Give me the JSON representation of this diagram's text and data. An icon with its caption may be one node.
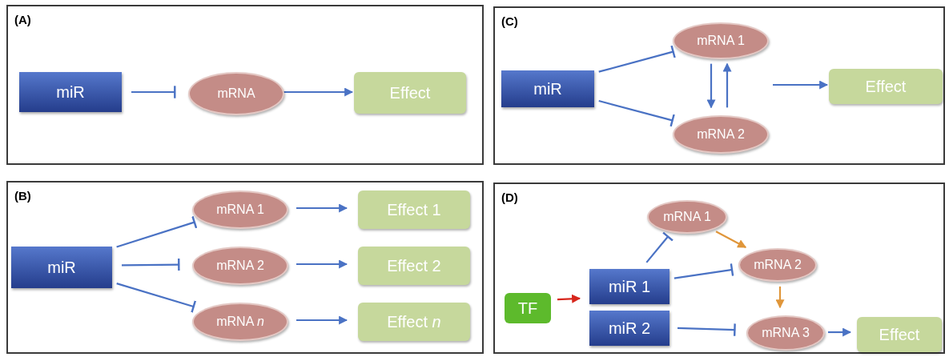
{
  "diagram": {
    "nodes": [
      {
        "text": [
          "(A)"
        ]
      },
      {
        "text": [
          "miR"
        ],
        "in": 0
      },
      {
        "text": [
          "mRNA"
        ],
        "in": 0
      },
      {
        "text": [
          "Effect"
        ],
        "in": 0
      },
      {
        "text": [
          "(C)"
        ]
      },
      {
        "text": [
          "miR"
        ],
        "in": 4
      },
      {
        "text": [
          "mRNA 1"
        ],
        "in": 4
      },
      {
        "text": [
          "mRNA 2"
        ],
        "in": 4
      },
      {
        "text": [
          "Effect"
        ],
        "in": 4
      },
      {
        "text": [
          "(B)"
        ]
      },
      {
        "text": [
          "miR"
        ],
        "in": 9
      },
      {
        "text": [
          "mRNA 1"
        ],
        "in": 9
      },
      {
        "text": [
          "Effect 1"
        ],
        "in": 9
      },
      {
        "text": [
          "mRNA 2"
        ],
        "in": 9
      },
      {
        "text": [
          "Effect 2"
        ],
        "in": 9
      },
      {
        "text": [
          "mRNA *n*"
        ],
        "in": 9
      },
      {
        "text": [
          "Effect *n*"
        ],
        "in": 9
      },
      {
        "text": [
          "(D)"
        ]
      },
      {
        "text": [
          "mRNA 1"
        ],
        "in": 17
      },
      {
        "text": [
          "mRNA 2"
        ],
        "in": 17
      },
      {
        "text": [
          "TF"
        ],
        "in": 17
      },
      {
        "text": [
          "miR 1"
        ],
        "in": 17
      },
      {
        "text": [
          "miR 2"
        ],
        "in": 17
      },
      {
        "text": [
          "mRNA 3"
        ],
        "in": 17
      },
      {
        "text": [
          "Effect"
        ],
        "in": 17
      }
    ],
    "edges": [
      {
        "from": 1,
        "to": 2,
        "arrow": "other"
      },
      {
        "from": 2,
        "to": 3,
        "arrow": "to"
      },
      {
        "from": 5,
        "to": 6,
        "arrow": "other"
      },
      {
        "from": 5,
        "to": 7,
        "arrow": "other"
      },
      {
        "from": 6,
        "to": 7,
        "arrow": "to"
      },
      {
        "from": 7,
        "to": 6,
        "arrow": "to"
      },
      {
        "from": null,
        "to": 8,
        "arrow": "to"
      },
      {
        "from": 10,
        "to": 11,
        "arrow": "other"
      },
      {
        "from": 10,
        "to": 13,
        "arrow": "other"
      },
      {
        "from": 10,
        "to": 15,
        "arrow": "other"
      },
      {
        "from": 11,
        "to": 12,
        "arrow": "to"
      },
      {
        "from": 13,
        "to": 14,
        "arrow": "to"
      },
      {
        "from": 15,
        "to": 16,
        "arrow": "to"
      },
      {
        "from": 21,
        "to": 18,
        "arrow": "other"
      },
      {
        "from": 18,
        "to": 19,
        "arrow": "to",
        "color": "#e0963a"
      },
      {
        "from": 21,
        "to": 19,
        "arrow": "other"
      },
      {
        "from": 19,
        "to": 23,
        "arrow": "to",
        "color": "#e0963a"
      },
      {
        "from": 22,
        "to": 23,
        "arrow": "other"
      },
      {
        "from": 23,
        "to": 24,
        "arrow": "to"
      },
      {
        "from": 20,
        "to": 21,
        "arrow": "to",
        "color": "#d7261c"
      }
    ]
  }
}
